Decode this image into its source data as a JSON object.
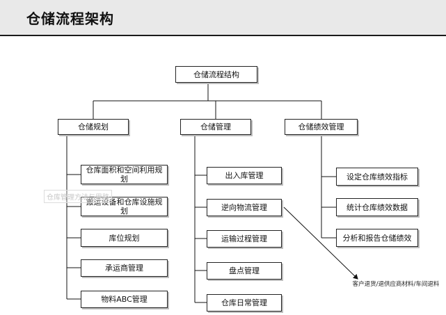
{
  "header": {
    "title": "仓储流程架构"
  },
  "diagram": {
    "root": "仓储流程结构",
    "branches": [
      {
        "label": "仓储规划",
        "children": [
          "仓库面积和空间利用规划",
          "搬运设备和仓库设施规划",
          "库位规划",
          "承运商管理",
          "物料ABC管理"
        ]
      },
      {
        "label": "仓储管理",
        "children": [
          "出入库管理",
          "逆向物流管理",
          "运输过程管理",
          "盘点管理",
          "仓库日常管理"
        ]
      },
      {
        "label": "仓储绩效管理",
        "children": [
          "设定仓库绩效指标",
          "统计仓库绩效数据",
          "分析和报告仓储绩效"
        ]
      }
    ],
    "annotation": "客户退货/退供应商材料/车间退料",
    "watermark": "仓库管理方法与思路"
  }
}
